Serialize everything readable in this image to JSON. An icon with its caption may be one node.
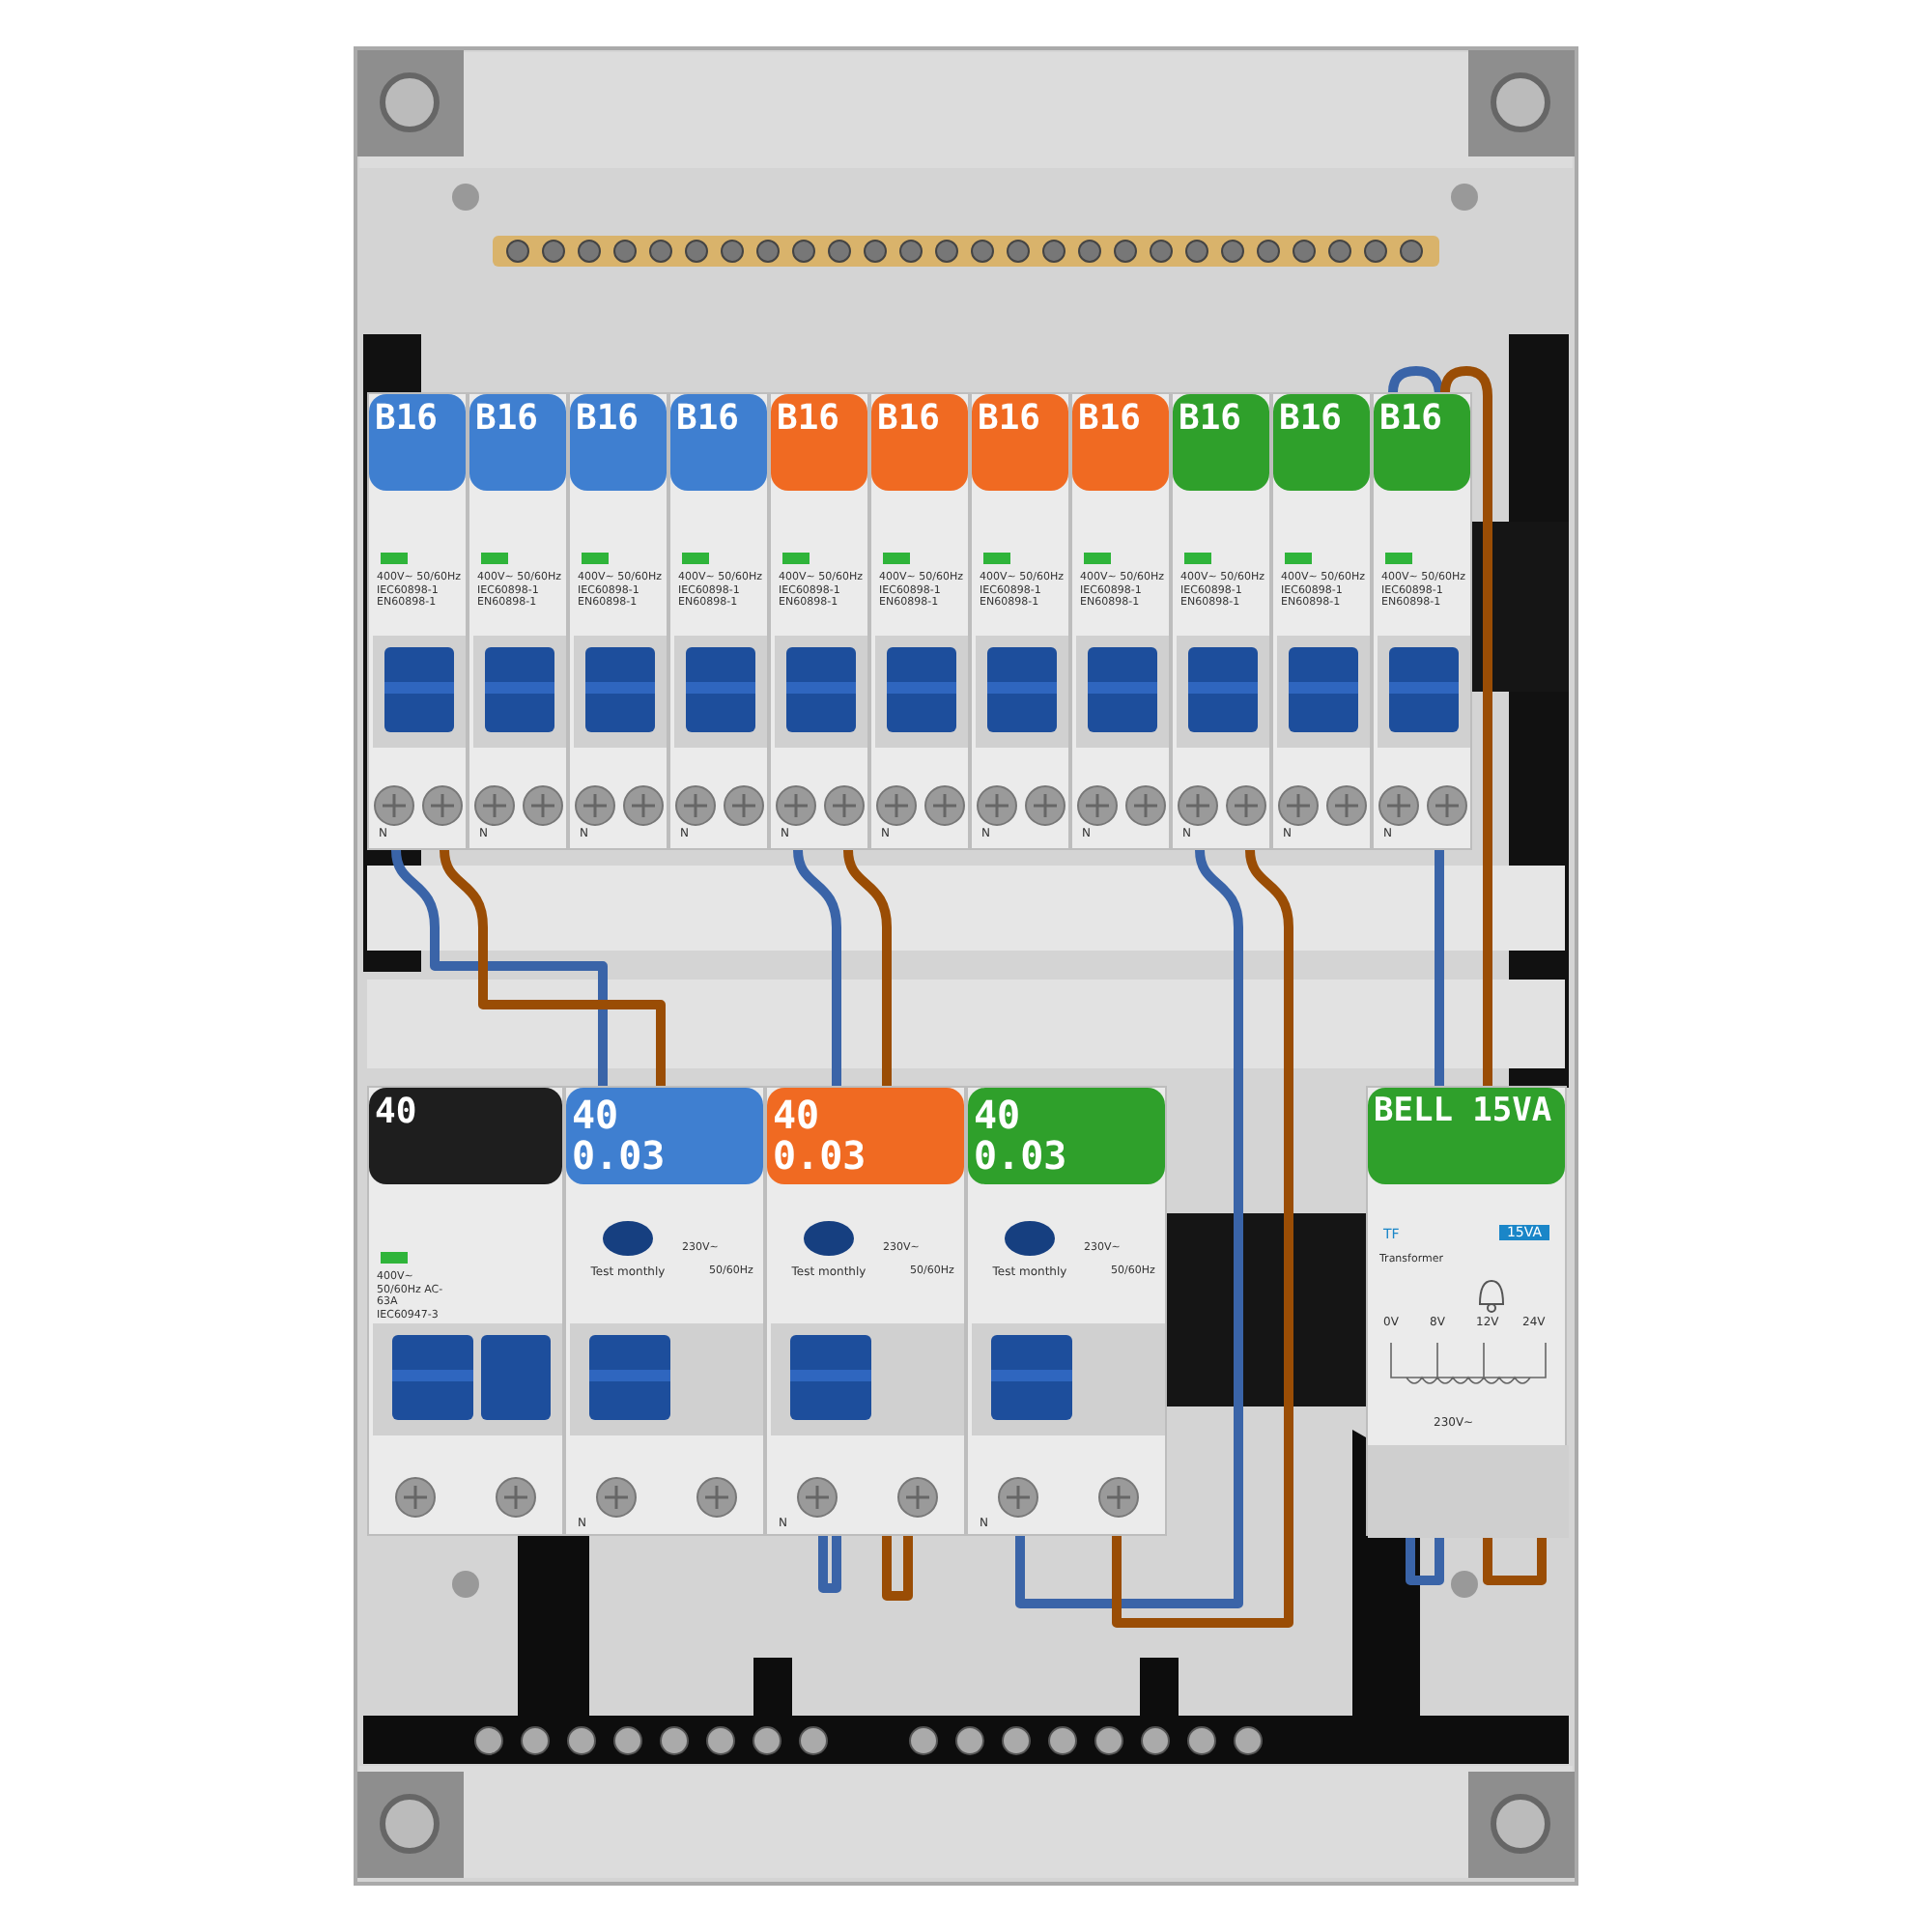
{
  "diagram": {
    "nodes": [
      {
        "text": [
          "B16",
          "400V~ 50/60Hz IEC60898-1 EN60898-1",
          "N"
        ]
      },
      {
        "text": [
          "B16",
          "400V~ 50/60Hz IEC60898-1 EN60898-1",
          "N"
        ]
      },
      {
        "text": [
          "B16",
          "400V~ 50/60Hz IEC60898-1 EN60898-1",
          "N"
        ]
      },
      {
        "text": [
          "B16",
          "400V~ 50/60Hz IEC60898-1 EN60898-1",
          "N"
        ]
      },
      {
        "text": [
          "B16",
          "400V~ 50/60Hz IEC60898-1 EN60898-1",
          "N"
        ]
      },
      {
        "text": [
          "B16",
          "400V~ 50/60Hz IEC60898-1 EN60898-1",
          "N"
        ]
      },
      {
        "text": [
          "B16",
          "400V~ 50/60Hz IEC60898-1 EN60898-1",
          "N"
        ]
      },
      {
        "text": [
          "B16",
          "400V~ 50/60Hz IEC60898-1 EN60898-1",
          "N"
        ]
      },
      {
        "text": [
          "B16",
          "400V~ 50/60Hz IEC60898-1 EN60898-1",
          "N"
        ]
      },
      {
        "text": [
          "B16",
          "400V~ 50/60Hz IEC60898-1 EN60898-1",
          "N"
        ]
      },
      {
        "text": [
          "B16",
          "400V~ 50/60Hz IEC60898-1 EN60898-1",
          "N"
        ]
      },
      {
        "text": [
          "40",
          "400V~ 50/60Hz AC-63A IEC60947-3"
        ]
      },
      {
        "text": [
          "40 0.03",
          "Test monthly",
          "230V~",
          "50/60Hz",
          "N"
        ]
      },
      {
        "text": [
          "40 0.03",
          "Test monthly",
          "230V~",
          "50/60Hz",
          "N"
        ]
      },
      {
        "text": [
          "40 0.03",
          "Test monthly",
          "230V~",
          "50/60Hz",
          "N"
        ]
      },
      {
        "text": [
          "BELL 15VA",
          "TF",
          "15VA",
          "Transformer",
          "0V",
          "8V",
          "12V",
          "24V",
          "230V~"
        ]
      }
    ],
    "edges": [
      {
        "from": 0,
        "to": 12,
        "arrow": "none",
        "color": "#3a64a8"
      },
      {
        "from": 0,
        "to": 12,
        "arrow": "none",
        "color": "#9a4d05"
      },
      {
        "from": 4,
        "to": 13,
        "arrow": "none",
        "color": "#3a64a8"
      },
      {
        "from": 4,
        "to": 13,
        "arrow": "none",
        "color": "#9a4d05"
      },
      {
        "from": 8,
        "to": 14,
        "arrow": "none",
        "color": "#3a64a8"
      },
      {
        "from": 8,
        "to": 14,
        "arrow": "none",
        "color": "#9a4d05"
      },
      {
        "from": 10,
        "to": 15,
        "arrow": "none",
        "color": "#3a64a8"
      },
      {
        "from": 10,
        "to": 15,
        "arrow": "none",
        "color": "#9a4d05"
      }
    ]
  }
}
